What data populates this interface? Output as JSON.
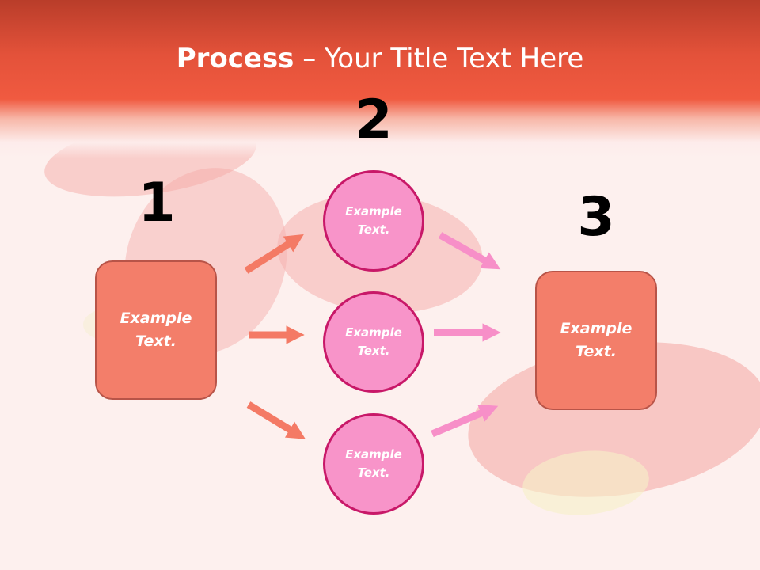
{
  "slide": {
    "title_bold": "Process",
    "title_rest": " – Your Title Text Here"
  },
  "steps": {
    "one": {
      "number": "1",
      "box_text": "Example Text."
    },
    "two": {
      "number": "2",
      "circles": [
        "Example Text.",
        "Example Text.",
        "Example Text."
      ]
    },
    "three": {
      "number": "3",
      "box_text": "Example Text."
    }
  },
  "colors": {
    "header_red": "#e4523a",
    "box_fill": "#f37e6a",
    "box_border": "#b85448",
    "circle_fill": "#f894c9",
    "circle_border": "#c81868",
    "arrow_salmon": "#f47a65",
    "arrow_pink": "#f78fc8"
  }
}
